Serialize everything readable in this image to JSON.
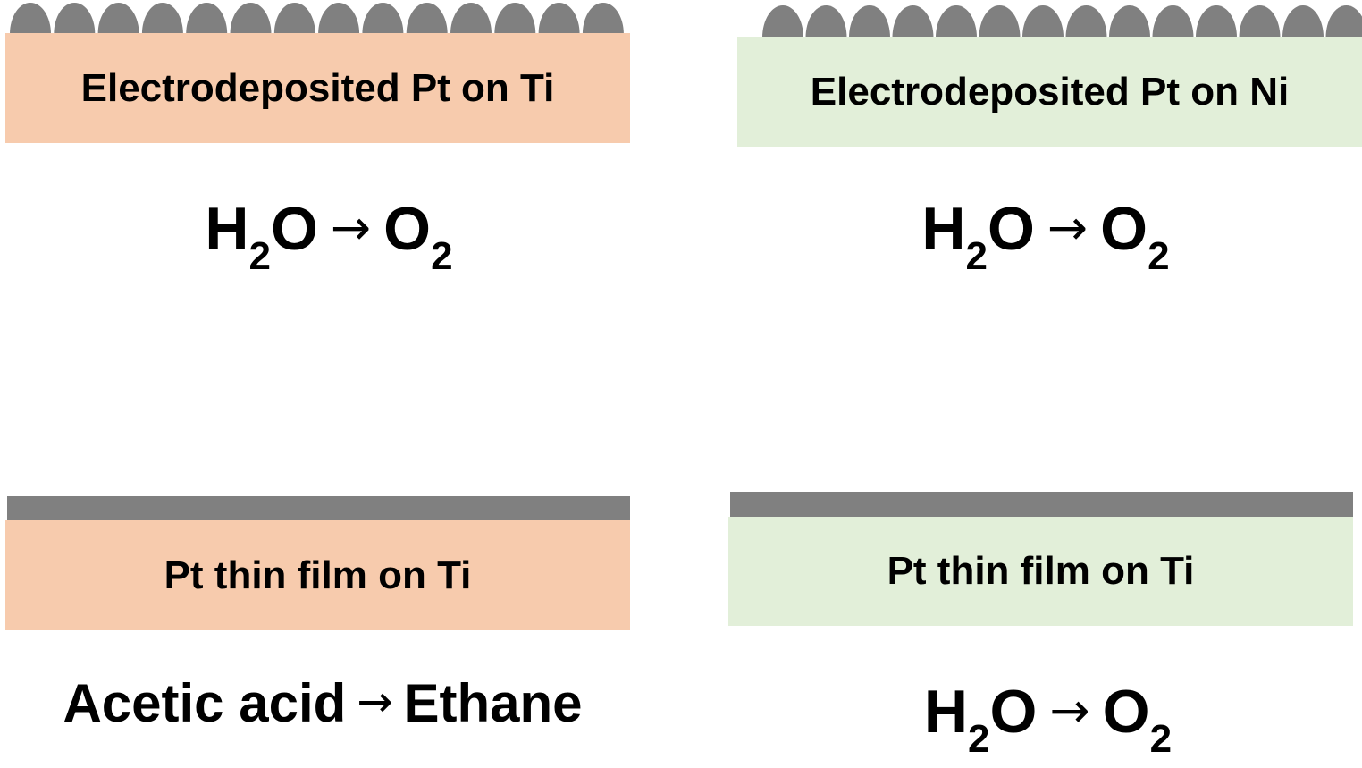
{
  "colors": {
    "platinum": "#808080",
    "titanium_substrate": "#f7cbad",
    "nickel_substrate": "#e2efd9",
    "text": "#000000"
  },
  "panels": [
    {
      "film_type": "electrodeposited",
      "substrate_label": "Electrodeposited Pt on Ti",
      "substrate_color": "#f7cbad",
      "reaction": {
        "reactant": "H",
        "reactant_sub": "2",
        "reactant_tail": "O",
        "arrow": "→",
        "product": "O",
        "product_sub": "2"
      }
    },
    {
      "film_type": "electrodeposited",
      "substrate_label": "Electrodeposited Pt on Ni",
      "substrate_color": "#e2efd9",
      "reaction": {
        "reactant": "H",
        "reactant_sub": "2",
        "reactant_tail": "O",
        "arrow": "→",
        "product": "O",
        "product_sub": "2"
      }
    },
    {
      "film_type": "thin-film",
      "substrate_label": "Pt thin film on Ti",
      "substrate_color": "#f7cbad",
      "reaction": {
        "reactant": "Acetic acid",
        "arrow": "→",
        "product": "Ethane"
      }
    },
    {
      "film_type": "thin-film",
      "substrate_label": "Pt thin film on Ti",
      "substrate_color": "#e2efd9",
      "reaction": {
        "reactant": "H",
        "reactant_sub": "2",
        "reactant_tail": "O",
        "arrow": "→",
        "product": "O",
        "product_sub": "2"
      }
    }
  ]
}
